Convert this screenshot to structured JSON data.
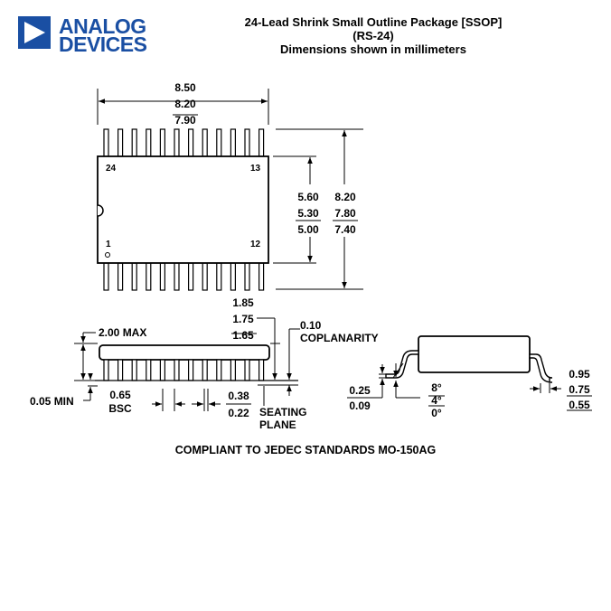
{
  "logo": {
    "line1": "ANALOG",
    "line2": "DEVICES",
    "color": "#1a4fa3",
    "mark_icon": "analog-devices-triangle-logo"
  },
  "title": {
    "line1": "24-Lead Shrink Small Outline Package [SSOP]",
    "line2": "(RS-24)",
    "line3": "Dimensions shown in millimeters"
  },
  "top_view": {
    "width_dims": [
      "8.50",
      "8.20",
      "7.90"
    ],
    "body_height_dims": [
      "5.60",
      "5.30",
      "5.00"
    ],
    "total_height_dims": [
      "8.20",
      "7.80",
      "7.40"
    ],
    "pin_labels": {
      "top_left": "24",
      "top_right": "13",
      "bottom_left": "1",
      "bottom_right": "12"
    },
    "lead_count_per_side": 12
  },
  "side_view": {
    "height_dims": [
      "1.85",
      "1.75",
      "1.65"
    ],
    "coplanarity_value": "0.10",
    "coplanarity_label": "COPLANARITY",
    "max_height": "2.00 MAX",
    "standoff_min": "0.05 MIN",
    "pitch_value": "0.65",
    "pitch_label": "BSC",
    "lead_width_dims": [
      "0.38",
      "0.22"
    ],
    "seating_label": [
      "SEATING",
      "PLANE"
    ]
  },
  "end_view": {
    "thickness_dims": [
      "0.25",
      "0.09"
    ],
    "angle_dims": [
      "8°",
      "4°",
      "0°"
    ],
    "foot_length_dims": [
      "0.95",
      "0.75",
      "0.55"
    ]
  },
  "footer": {
    "compliance": "COMPLIANT TO JEDEC STANDARDS MO-150AG"
  }
}
